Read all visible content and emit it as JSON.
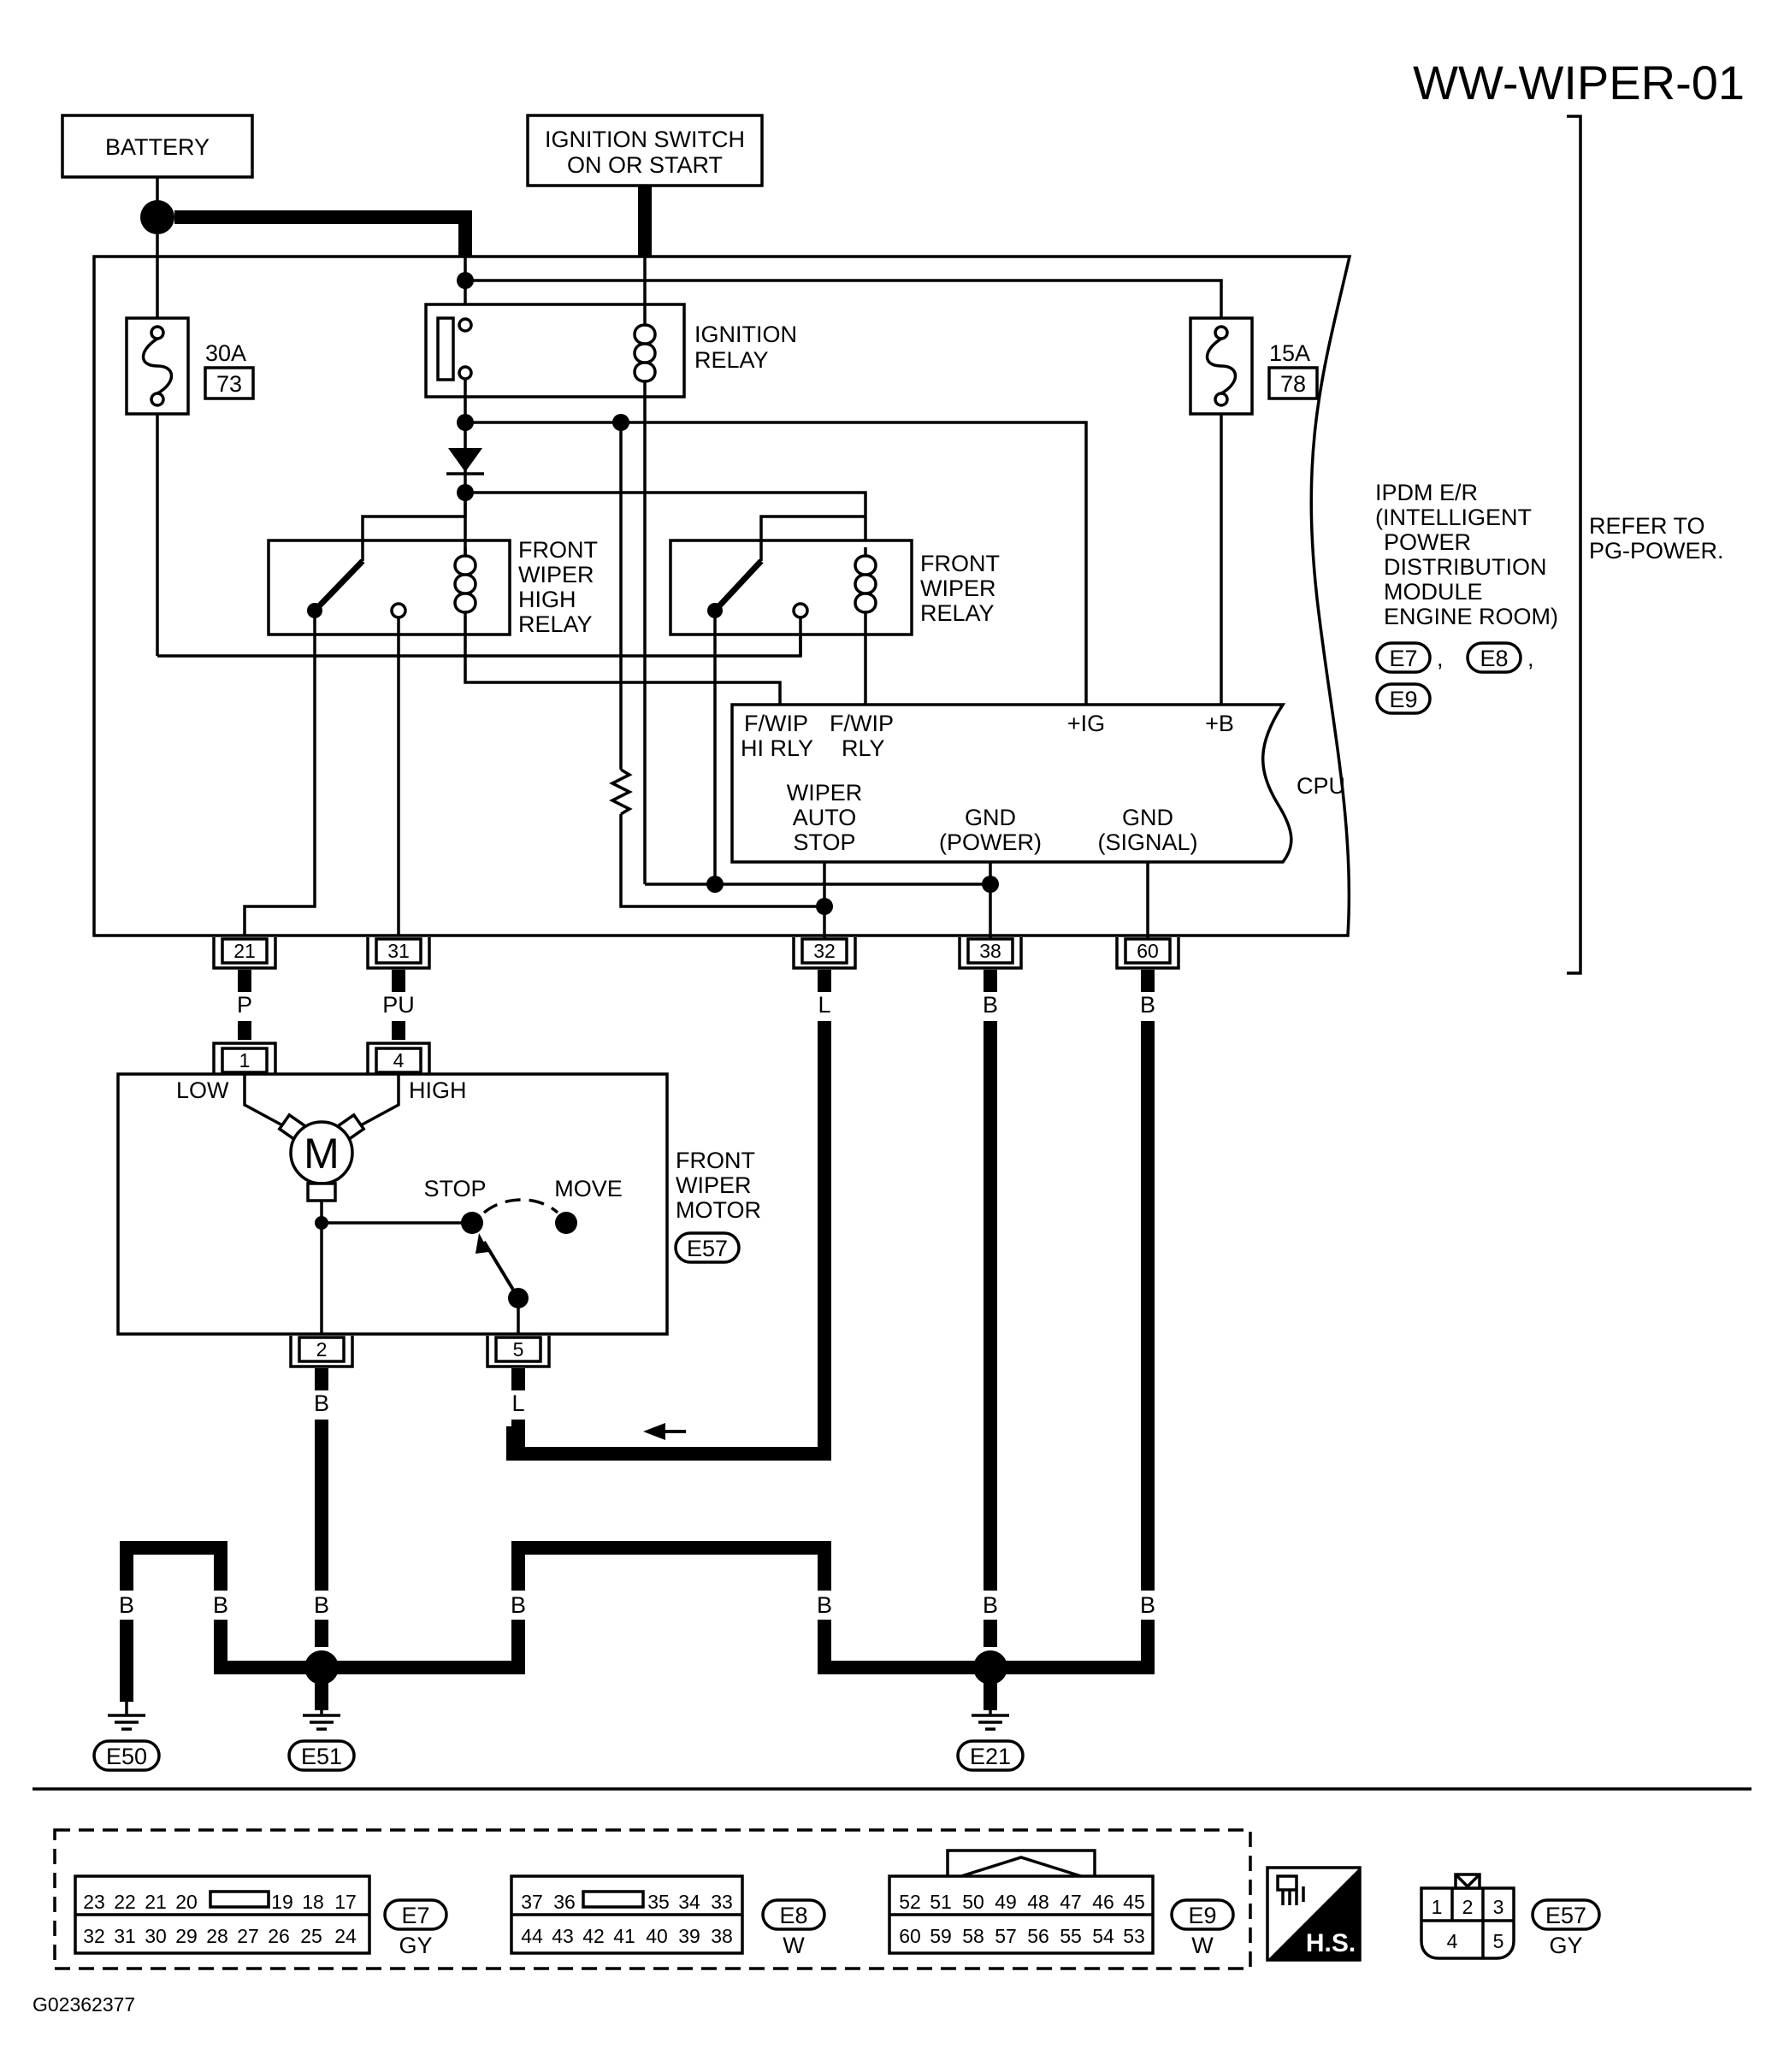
{
  "title": "WW-WIPER-01",
  "figure_id": "G02362377",
  "sources": {
    "battery": "BATTERY",
    "ignition_line1": "IGNITION SWITCH",
    "ignition_line2": "ON OR START"
  },
  "fuses": [
    {
      "rating": "30A",
      "number": "73"
    },
    {
      "rating": "15A",
      "number": "78"
    }
  ],
  "relays": {
    "ignition": [
      "IGNITION",
      "RELAY"
    ],
    "front_wiper_high": [
      "FRONT",
      "WIPER",
      "HIGH",
      "RELAY"
    ],
    "front_wiper": [
      "FRONT",
      "WIPER",
      "RELAY"
    ]
  },
  "ipdm": {
    "lines": [
      "IPDM E/R",
      "(INTELLIGENT",
      "POWER",
      "DISTRIBUTION",
      "MODULE",
      "ENGINE ROOM)"
    ],
    "connectors": [
      "E7",
      "E8",
      "E9"
    ],
    "refer": [
      "REFER TO",
      "PG-POWER."
    ]
  },
  "cpu": {
    "label": "CPU",
    "pins": {
      "fwip_hi": [
        "F/WIP",
        "HI RLY"
      ],
      "fwip": [
        "F/WIP",
        "RLY"
      ],
      "ig": "+IG",
      "b": "+B",
      "auto_stop": [
        "WIPER",
        "AUTO",
        "STOP"
      ],
      "gnd_power": [
        "GND",
        "(POWER)"
      ],
      "gnd_signal": [
        "GND",
        "(SIGNAL)"
      ]
    }
  },
  "ipdm_terminals": [
    {
      "pin": "21",
      "wire": "P"
    },
    {
      "pin": "31",
      "wire": "PU"
    },
    {
      "pin": "32",
      "wire": "L"
    },
    {
      "pin": "38",
      "wire": "B"
    },
    {
      "pin": "60",
      "wire": "B"
    }
  ],
  "motor": {
    "label": [
      "FRONT",
      "WIPER",
      "MOTOR"
    ],
    "connector": "E57",
    "symbol": "M",
    "low": "LOW",
    "high": "HIGH",
    "stop": "STOP",
    "move": "MOVE",
    "pins": [
      {
        "pin": "1"
      },
      {
        "pin": "4"
      },
      {
        "pin": "2",
        "wire": "B"
      },
      {
        "pin": "5",
        "wire": "L"
      }
    ]
  },
  "ground_wire_color": "B",
  "grounds": [
    "E50",
    "E51",
    "E21"
  ],
  "connector_views": {
    "e7": {
      "id": "E7",
      "color": "GY",
      "top": [
        "23",
        "22",
        "21",
        "20",
        "19",
        "18",
        "17"
      ],
      "bottom": [
        "32",
        "31",
        "30",
        "29",
        "28",
        "27",
        "26",
        "25",
        "24"
      ]
    },
    "e8": {
      "id": "E8",
      "color": "W",
      "top": [
        "37",
        "36",
        "35",
        "34",
        "33"
      ],
      "bottom": [
        "44",
        "43",
        "42",
        "41",
        "40",
        "39",
        "38"
      ]
    },
    "e9": {
      "id": "E9",
      "color": "W",
      "top": [
        "52",
        "51",
        "50",
        "49",
        "48",
        "47",
        "46",
        "45"
      ],
      "bottom": [
        "60",
        "59",
        "58",
        "57",
        "56",
        "55",
        "54",
        "53"
      ]
    },
    "hs": "H.S.",
    "e57": {
      "id": "E57",
      "color": "GY",
      "top": [
        "1",
        "2",
        "3"
      ],
      "bottom": [
        "4",
        "5"
      ]
    }
  }
}
